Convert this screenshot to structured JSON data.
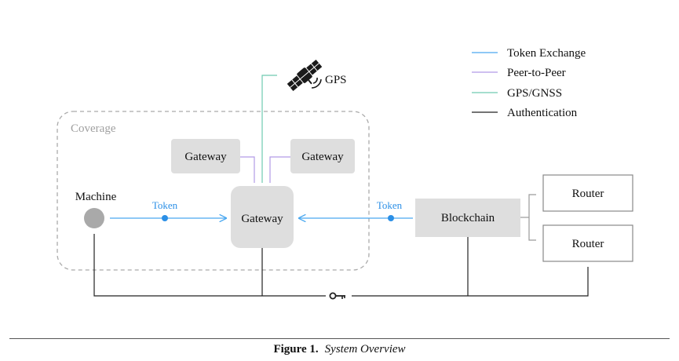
{
  "legend": {
    "items": [
      {
        "label": "Token Exchange",
        "color": "#4aa8f0"
      },
      {
        "label": "Peer-to-Peer",
        "color": "#b29be6"
      },
      {
        "label": "GPS/GNSS",
        "color": "#6fcab0"
      },
      {
        "label": "Authentication",
        "color": "#222222"
      }
    ]
  },
  "nodes": {
    "coverage_label": "Coverage",
    "machine_label": "Machine",
    "gateway_left": "Gateway",
    "gateway_right": "Gateway",
    "gateway_center": "Gateway",
    "blockchain": "Blockchain",
    "router_top": "Router",
    "router_bottom": "Router",
    "gps_label": "GPS"
  },
  "edges": {
    "token_left": "Token",
    "token_right": "Token"
  },
  "icons": {
    "satellite": "satellite-icon",
    "key": "key-icon"
  },
  "caption": {
    "figure": "Figure 1.",
    "title": "System Overview"
  },
  "colors": {
    "token": "#4aa8f0",
    "p2p": "#b29be6",
    "gps": "#6fcab0",
    "auth": "#222222",
    "box_fill": "#dedede",
    "coverage_border": "#aaaaaa"
  }
}
